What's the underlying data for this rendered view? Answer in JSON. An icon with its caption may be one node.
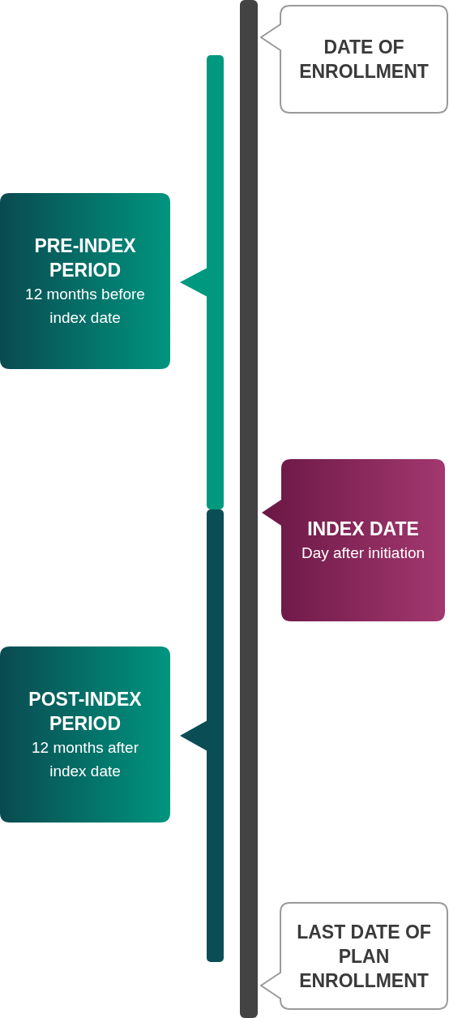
{
  "diagram": {
    "nodes": [
      {
        "text": [
          "DATE OF ENROLLMENT"
        ]
      },
      {
        "text": [
          "PRE-INDEX PERIOD",
          "12 months before index date"
        ]
      },
      {
        "text": [
          "INDEX DATE",
          "Day after initiation"
        ]
      },
      {
        "text": [
          "POST-INDEX PERIOD",
          "12 months after index date"
        ]
      },
      {
        "text": [
          "LAST DATE OF PLAN ENROLLMENT"
        ]
      }
    ]
  }
}
